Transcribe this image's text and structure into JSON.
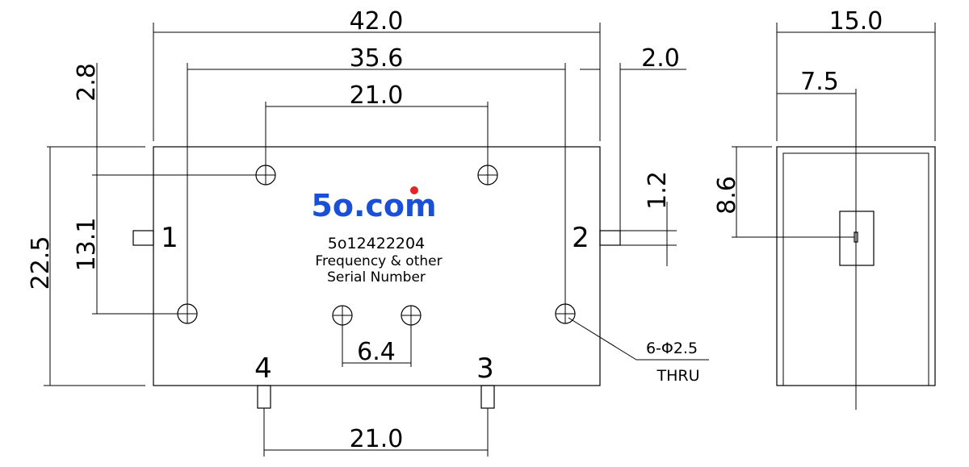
{
  "dimensions": {
    "overall_width": "42.0",
    "hole_spacing_outer": "35.6",
    "hole_spacing_top": "21.0",
    "side_offset": "2.0",
    "top_offset": "2.8",
    "height": "22.5",
    "hole_vertical": "13.1",
    "pin_width": "1.2",
    "bottom_hole_spacing": "6.4",
    "pin_spacing": "21.0",
    "side_width": "15.0",
    "side_half": "7.5",
    "side_pin_height": "8.6"
  },
  "pins": {
    "p1": "1",
    "p2": "2",
    "p3": "3",
    "p4": "4"
  },
  "hole_note": {
    "line1": "6-Φ2.5",
    "line2": "THRU"
  },
  "label": {
    "logo_text": "5o.com",
    "serial": "5o12422204",
    "line2": "Frequency & other",
    "line3": "Serial Number"
  },
  "colors": {
    "logo_blue": "#1a4fd6",
    "logo_red": "#e0262a",
    "line": "#000000"
  }
}
